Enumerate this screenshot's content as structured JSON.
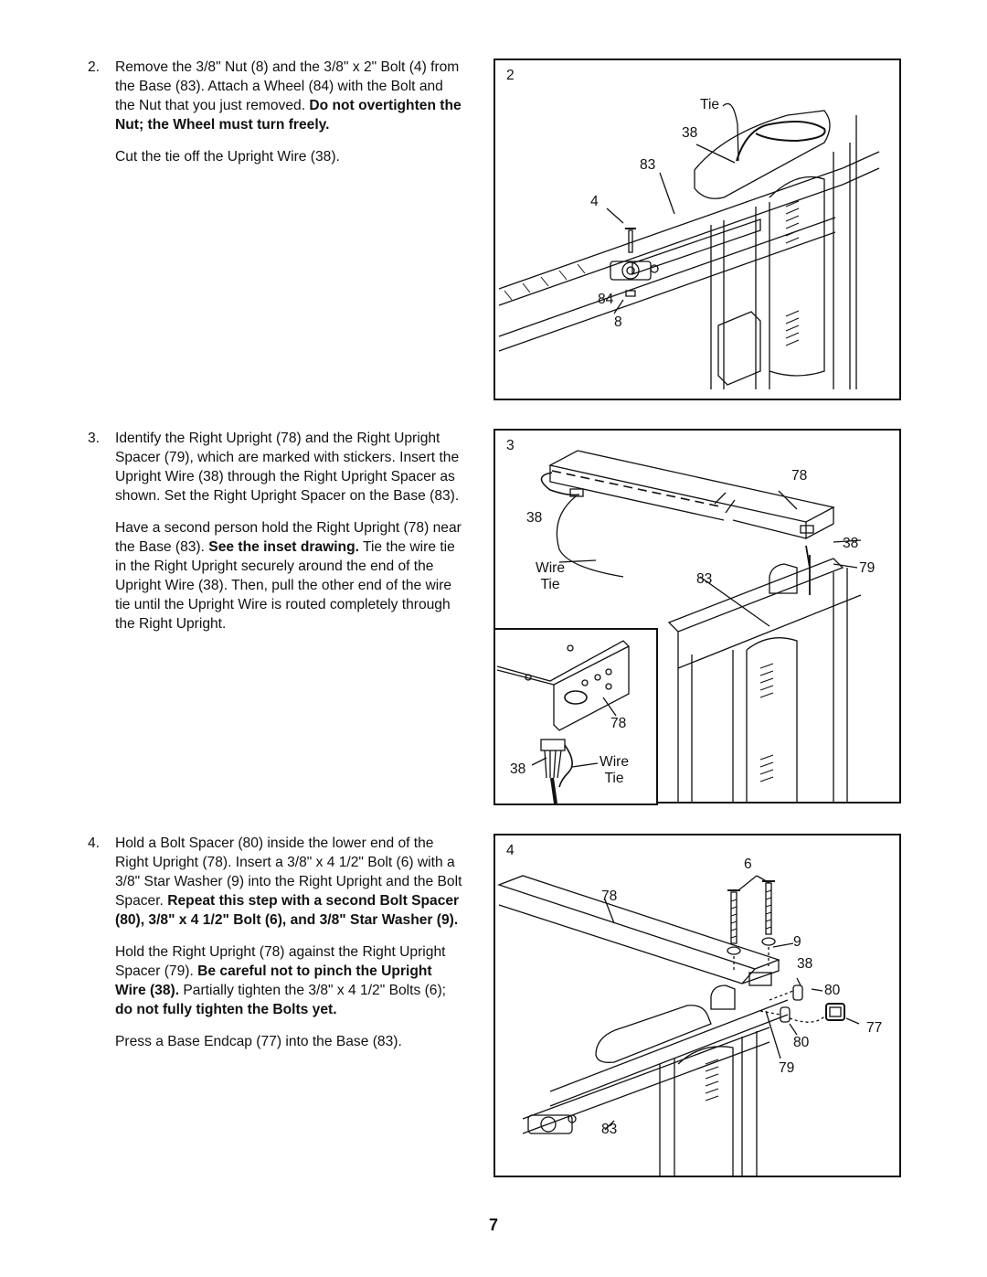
{
  "steps": [
    {
      "number": "2.",
      "p1_a": "Remove the 3/8\" Nut (8) and the 3/8\" x 2\" Bolt (4) from the Base (83). Attach a Wheel (84) with the Bolt and the Nut that you just removed.",
      "p1_b": "Do not overtighten the Nut; the Wheel must turn freely.",
      "p2": "Cut the tie off the Upright Wire (38)."
    },
    {
      "number": "3.",
      "p1": "Identify the Right Upright (78) and the Right Upright Spacer (79), which are marked with stickers. Insert the Upright Wire (38) through the Right Upright Spacer as shown. Set the Right Upright Spacer on the Base (83).",
      "p2_a": "Have a second person hold the Right Upright (78) near the Base (83).",
      "p2_b": "See the inset drawing.",
      "p2_c": "Tie the wire tie in the Right Upright securely around the end of the Upright Wire (38). Then, pull the other end of the wire tie until the Upright Wire is routed completely through the Right Upright."
    },
    {
      "number": "4.",
      "p1_a": "Hold a Bolt Spacer (80) inside the lower end of the Right Upright (78). Insert a 3/8\" x 4 1/2\" Bolt (6) with a 3/8\" Star Washer (9) into the Right Upright and the Bolt Spacer.",
      "p1_b": "Repeat this step with a second Bolt Spacer (80), 3/8\" x 4 1/2\" Bolt (6), and 3/8\" Star Washer (9).",
      "p2_a": "Hold the Right Upright (78) against the Right Upright Spacer (79).",
      "p2_b": "Be careful not to pinch the Upright Wire (38).",
      "p2_c": "Partially tighten the 3/8\" x 4 1/2\" Bolts (6);",
      "p2_d": "do not fully tighten the Bolts yet.",
      "p3": "Press a Base Endcap (77) into the Base (83)."
    }
  ],
  "figures": {
    "fig2": {
      "number": "2",
      "labels": {
        "tie": "Tie",
        "wire": "38",
        "base": "83",
        "bolt": "4",
        "wheel": "84",
        "nut": "8"
      }
    },
    "fig3": {
      "number": "3",
      "labels": {
        "upright": "78",
        "wire": "38",
        "wire_b": "38",
        "wire_tie": "Wire\nTie",
        "base": "83",
        "spacer": "79"
      },
      "inset": {
        "upright": "78",
        "wire": "38",
        "wire_tie": "Wire\nTie"
      }
    },
    "fig4": {
      "number": "4",
      "labels": {
        "bolt": "6",
        "upright": "78",
        "washer": "9",
        "wire": "38",
        "bolt_spacer": "80",
        "endcap": "77",
        "bolt_spacer_b": "80",
        "spacer": "79",
        "base": "83"
      }
    }
  },
  "page_number": "7"
}
